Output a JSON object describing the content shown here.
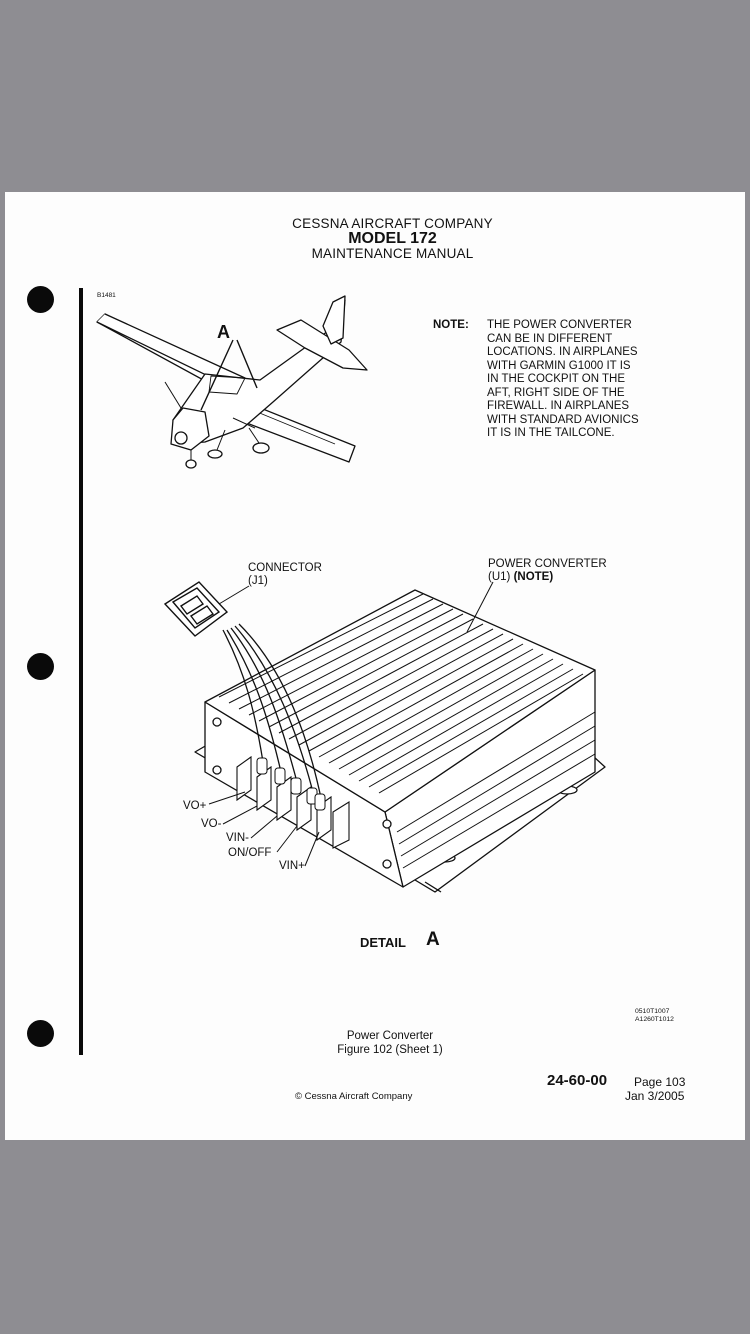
{
  "header": {
    "company": "CESSNA AIRCRAFT COMPANY",
    "model": "MODEL 172",
    "manual": "MAINTENANCE MANUAL"
  },
  "figure_id": "B1481",
  "note": {
    "label": "NOTE:",
    "lines": [
      "THE POWER CONVERTER",
      "CAN BE IN DIFFERENT",
      "LOCATIONS. IN AIRPLANES",
      "WITH GARMIN G1000 IT IS",
      "IN THE COCKPIT ON THE",
      "AFT, RIGHT SIDE OF THE",
      "FIREWALL. IN AIRPLANES",
      "WITH STANDARD AVIONICS",
      "IT IS IN THE TAILCONE."
    ]
  },
  "airplane_callout": "A",
  "connector_label": {
    "line1": "CONNECTOR",
    "line2": "(J1)"
  },
  "converter_label": {
    "line1": "POWER CONVERTER",
    "line2_prefix": "(U1) ",
    "line2_note": "(NOTE)"
  },
  "pins": [
    "VO+",
    "VO-",
    "VIN-",
    "ON/OFF",
    "VIN+"
  ],
  "detail": {
    "word": "DETAIL",
    "letter": "A"
  },
  "codes": [
    "0510T1007",
    "A1260T1012"
  ],
  "caption": {
    "title": "Power Converter",
    "figure": "Figure 102 (Sheet 1)"
  },
  "footer": {
    "section": "24-60-00",
    "page": "Page 103",
    "date": "Jan 3/2005",
    "copyright": "© Cessna Aircraft Company"
  },
  "colors": {
    "background": "#8e8d92",
    "page": "#fdfdfd",
    "ink": "#111111"
  }
}
